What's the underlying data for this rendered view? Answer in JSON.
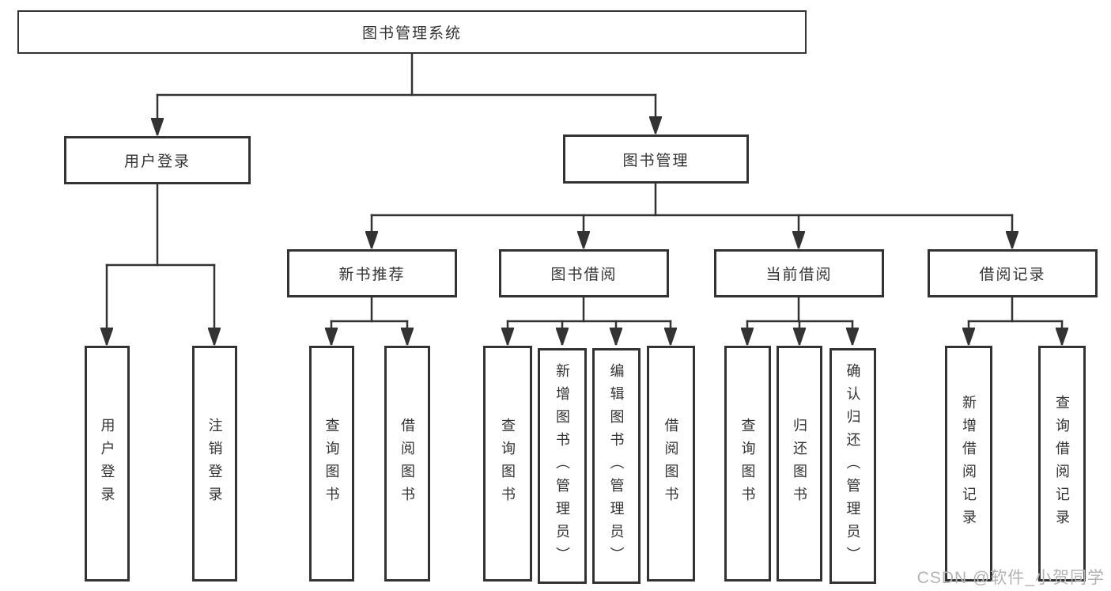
{
  "diagram": {
    "root": "图书管理系统",
    "level2": {
      "user_login": "用户登录",
      "book_management": "图书管理"
    },
    "level3": {
      "new_book": "新书推荐",
      "borrow": "图书借阅",
      "current": "当前借阅",
      "records": "借阅记录"
    },
    "leaves": {
      "user_login": [
        "用户登录",
        "注销登录"
      ],
      "new_book": [
        "查询图书",
        "借阅图书"
      ],
      "borrow": [
        "查询图书",
        "新增图书（管理员）",
        "编辑图书（管理员）",
        "借阅图书"
      ],
      "current": [
        "查询图书",
        "归还图书",
        "确认归还（管理员）"
      ],
      "records": [
        "新增借阅记录",
        "查询借阅记录"
      ]
    }
  },
  "watermark": "CSDN @软件_小贺同学",
  "colors": {
    "line": "#333333",
    "text": "#333333",
    "watermark": "#b3b3b3",
    "background": "#ffffff"
  }
}
